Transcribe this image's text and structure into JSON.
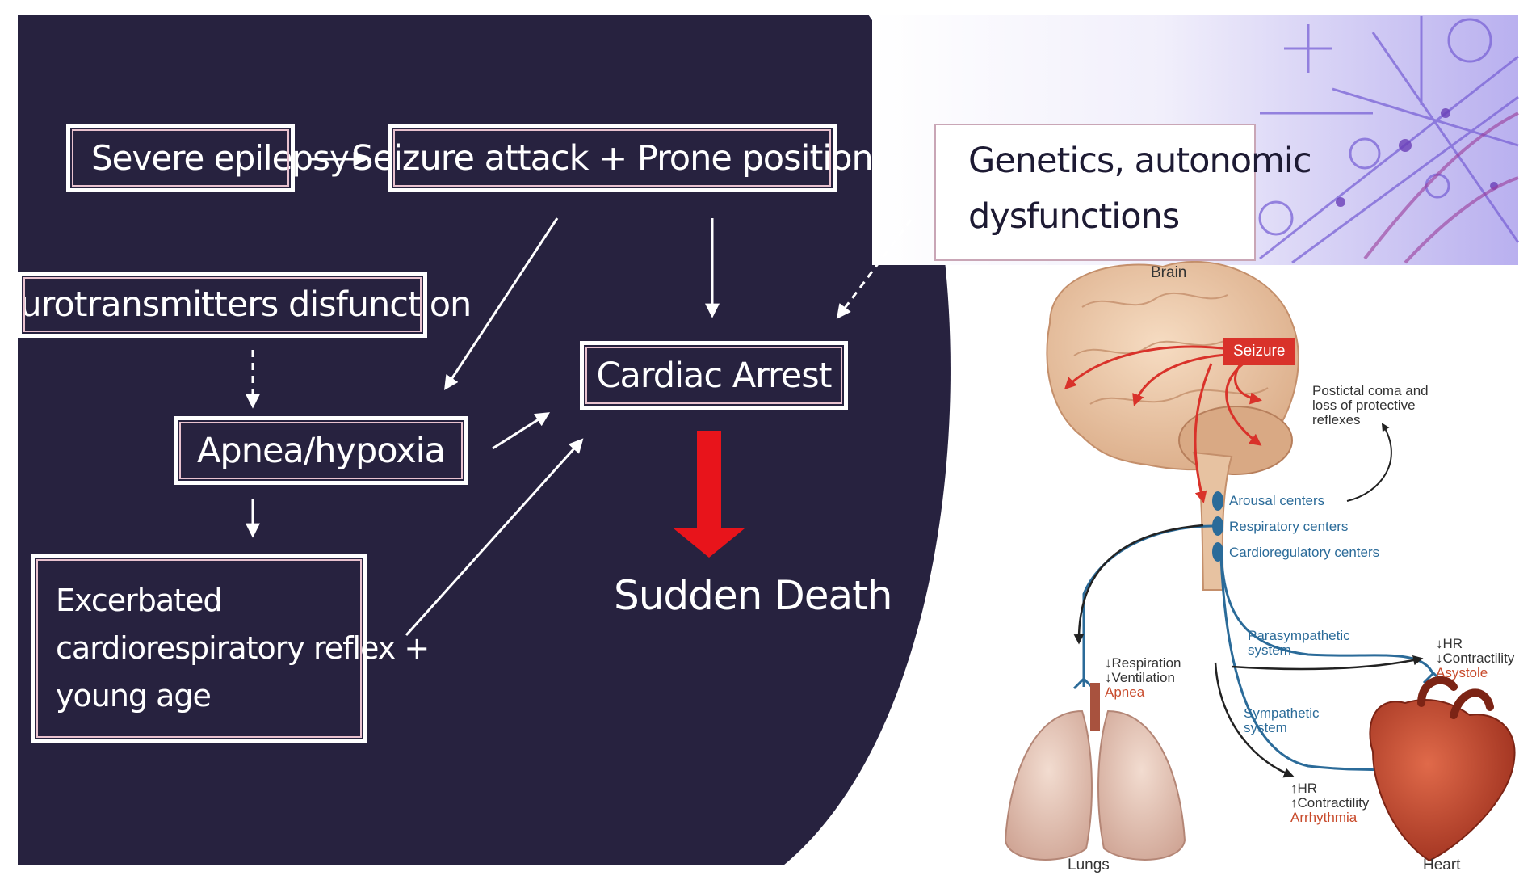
{
  "left_flowchart": {
    "severe_epilepsy": "Severe epilepsy",
    "seizure_prone": "Seizure attack + Prone position",
    "genetics": [
      "Genetics, autonomic",
      "dysfunctions"
    ],
    "neurotransmitters": "Neurotransmitters disfunction",
    "apnea_hypoxia": "Apnea/hypoxia",
    "cardiac_arrest": "Cardiac Arrest",
    "excerbated": [
      "Excerbated",
      "cardiorespiratory reflex +",
      "young age"
    ],
    "sudden_death": "Sudden Death"
  },
  "physiology": {
    "brain": "Brain",
    "seizure": "Seizure",
    "postictal": [
      "Postictal coma and",
      "loss of protective",
      "reflexes"
    ],
    "arousal": "Arousal centers",
    "respiratory": "Respiratory centers",
    "cardioregulatory": "Cardioregulatory centers",
    "parasympathetic": [
      "Parasympathetic",
      "system"
    ],
    "sympathetic": [
      "Sympathetic",
      "system"
    ],
    "resp_effects": [
      "Respiration",
      "Ventilation"
    ],
    "apnea": "Apnea",
    "para_effects": [
      "HR",
      "Contractility"
    ],
    "asystole": "Asystole",
    "symp_effects": [
      "HR",
      "Contractility"
    ],
    "arrhythmia": "Arrhythmia",
    "lungs": "Lungs",
    "heart": "Heart"
  },
  "colors": {
    "panel_bg": "#27223f",
    "box_outline": "#e9c2cf",
    "red_arrow": "#e8141b",
    "nerve_blue": "#2b6b99",
    "seizure_red": "#d9322a",
    "brain": "#ecc6a2",
    "heart": "#c04a2e",
    "lungs": "#e6c8b8"
  }
}
